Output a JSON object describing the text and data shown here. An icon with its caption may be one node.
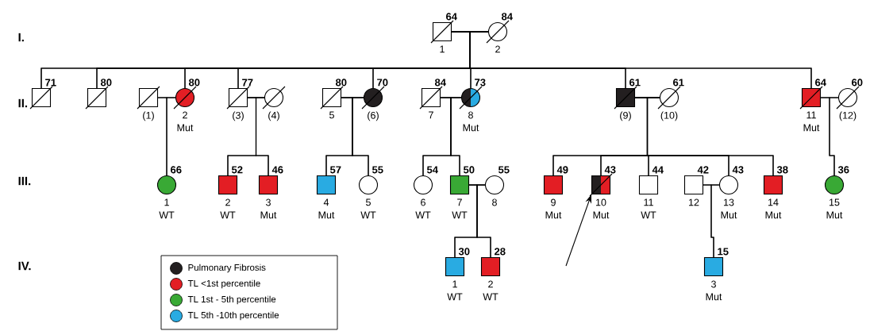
{
  "diagram": {
    "nodes": [
      {
        "text": [],
        "shape": "box",
        "beside": [
          "64",
          "1"
        ]
      },
      {
        "text": [],
        "shape": "circle",
        "beside": [
          "84",
          "2"
        ]
      },
      {
        "text": [],
        "shape": "box",
        "beside": [
          "71"
        ]
      },
      {
        "text": [],
        "shape": "box",
        "beside": [
          "80"
        ]
      },
      {
        "text": [],
        "shape": "box",
        "beside": [
          "(1)"
        ]
      },
      {
        "text": [],
        "shape": "circle",
        "beside": [
          "80",
          "2",
          "Mut"
        ]
      },
      {
        "text": [],
        "shape": "box",
        "beside": [
          "77",
          "(3)"
        ]
      },
      {
        "text": [],
        "shape": "circle",
        "beside": [
          "(4)"
        ]
      },
      {
        "text": [],
        "shape": "box",
        "beside": [
          "80",
          "5"
        ]
      },
      {
        "text": [],
        "shape": "circle",
        "beside": [
          "70",
          "(6)"
        ]
      },
      {
        "text": [],
        "shape": "box",
        "beside": [
          "84",
          "7"
        ]
      },
      {
        "text": [],
        "shape": "circle",
        "beside": [
          "73",
          "8",
          "Mut"
        ]
      },
      {
        "text": [],
        "shape": "box",
        "beside": [
          "61",
          "(9)"
        ]
      },
      {
        "text": [],
        "shape": "circle",
        "beside": [
          "61",
          "(10)"
        ]
      },
      {
        "text": [],
        "shape": "box",
        "beside": [
          "64",
          "11",
          "Mut"
        ]
      },
      {
        "text": [],
        "shape": "circle",
        "beside": [
          "60",
          "(12)"
        ]
      },
      {
        "text": [],
        "shape": "circle",
        "beside": [
          "66",
          "1",
          "WT"
        ]
      },
      {
        "text": [],
        "shape": "box",
        "beside": [
          "52",
          "2",
          "WT"
        ]
      },
      {
        "text": [],
        "shape": "box",
        "beside": [
          "46",
          "3",
          "Mut"
        ]
      },
      {
        "text": [],
        "shape": "box",
        "beside": [
          "57",
          "4",
          "Mut"
        ]
      },
      {
        "text": [],
        "shape": "circle",
        "beside": [
          "55",
          "5",
          "WT"
        ]
      },
      {
        "text": [],
        "shape": "circle",
        "beside": [
          "54",
          "6",
          "WT"
        ]
      },
      {
        "text": [],
        "shape": "box",
        "beside": [
          "50",
          "7",
          "WT"
        ]
      },
      {
        "text": [],
        "shape": "circle",
        "beside": [
          "55",
          "8"
        ]
      },
      {
        "text": [],
        "shape": "box",
        "beside": [
          "49",
          "9",
          "Mut"
        ]
      },
      {
        "text": [],
        "shape": "box",
        "beside": [
          "43",
          "10",
          "Mut"
        ]
      },
      {
        "text": [],
        "shape": "box",
        "beside": [
          "44",
          "11",
          "WT"
        ]
      },
      {
        "text": [],
        "shape": "box",
        "beside": [
          "42",
          "12"
        ]
      },
      {
        "text": [],
        "shape": "circle",
        "beside": [
          "43",
          "13",
          "Mut"
        ]
      },
      {
        "text": [],
        "shape": "box",
        "beside": [
          "38",
          "14",
          "Mut"
        ]
      },
      {
        "text": [],
        "shape": "circle",
        "beside": [
          "36",
          "15",
          "Mut"
        ]
      },
      {
        "text": [],
        "shape": "box",
        "beside": [
          "30",
          "1",
          "WT"
        ]
      },
      {
        "text": [],
        "shape": "box",
        "beside": [
          "28",
          "2",
          "WT"
        ]
      },
      {
        "text": [],
        "shape": "box",
        "beside": [
          "15",
          "3",
          "Mut"
        ]
      }
    ],
    "edges": [
      {
        "from": 0,
        "to": 1,
        "arrow": "none"
      },
      {
        "from": 4,
        "to": 5,
        "arrow": "none"
      },
      {
        "from": 6,
        "to": 7,
        "arrow": "none"
      },
      {
        "from": 8,
        "to": 9,
        "arrow": "none"
      },
      {
        "from": 10,
        "to": 11,
        "arrow": "none"
      },
      {
        "from": 12,
        "to": 13,
        "arrow": "none"
      },
      {
        "from": 14,
        "to": 15,
        "arrow": "none"
      },
      {
        "from": 22,
        "to": 23,
        "arrow": "none"
      },
      {
        "from": 27,
        "to": 28,
        "arrow": "none"
      },
      {
        "from": 0,
        "to": 2,
        "arrow": "none"
      },
      {
        "from": 1,
        "to": 2,
        "arrow": "none"
      },
      {
        "from": 0,
        "to": 3,
        "arrow": "none"
      },
      {
        "from": 1,
        "to": 3,
        "arrow": "none"
      },
      {
        "from": 0,
        "to": 5,
        "arrow": "none"
      },
      {
        "from": 1,
        "to": 5,
        "arrow": "none"
      },
      {
        "from": 0,
        "to": 6,
        "arrow": "none"
      },
      {
        "from": 1,
        "to": 6,
        "arrow": "none"
      },
      {
        "from": 0,
        "to": 9,
        "arrow": "none"
      },
      {
        "from": 1,
        "to": 9,
        "arrow": "none"
      },
      {
        "from": 0,
        "to": 11,
        "arrow": "none"
      },
      {
        "from": 1,
        "to": 11,
        "arrow": "none"
      },
      {
        "from": 0,
        "to": 12,
        "arrow": "none"
      },
      {
        "from": 1,
        "to": 12,
        "arrow": "none"
      },
      {
        "from": 0,
        "to": 14,
        "arrow": "none"
      },
      {
        "from": 1,
        "to": 14,
        "arrow": "none"
      },
      {
        "from": 4,
        "to": 16,
        "arrow": "none"
      },
      {
        "from": 5,
        "to": 16,
        "arrow": "none"
      },
      {
        "from": 6,
        "to": 17,
        "arrow": "none"
      },
      {
        "from": 7,
        "to": 17,
        "arrow": "none"
      },
      {
        "from": 6,
        "to": 18,
        "arrow": "none"
      },
      {
        "from": 7,
        "to": 18,
        "arrow": "none"
      },
      {
        "from": 8,
        "to": 19,
        "arrow": "none"
      },
      {
        "from": 9,
        "to": 19,
        "arrow": "none"
      },
      {
        "from": 8,
        "to": 20,
        "arrow": "none"
      },
      {
        "from": 9,
        "to": 20,
        "arrow": "none"
      },
      {
        "from": 10,
        "to": 21,
        "arrow": "none"
      },
      {
        "from": 11,
        "to": 21,
        "arrow": "none"
      },
      {
        "from": 10,
        "to": 22,
        "arrow": "none"
      },
      {
        "from": 11,
        "to": 22,
        "arrow": "none"
      },
      {
        "from": 12,
        "to": 24,
        "arrow": "none"
      },
      {
        "from": 13,
        "to": 24,
        "arrow": "none"
      },
      {
        "from": 12,
        "to": 25,
        "arrow": "none"
      },
      {
        "from": 13,
        "to": 25,
        "arrow": "none"
      },
      {
        "from": 12,
        "to": 26,
        "arrow": "none"
      },
      {
        "from": 13,
        "to": 26,
        "arrow": "none"
      },
      {
        "from": 12,
        "to": 28,
        "arrow": "none"
      },
      {
        "from": 13,
        "to": 28,
        "arrow": "none"
      },
      {
        "from": 12,
        "to": 29,
        "arrow": "none"
      },
      {
        "from": 13,
        "to": 29,
        "arrow": "none"
      },
      {
        "from": 14,
        "to": 30,
        "arrow": "none"
      },
      {
        "from": 15,
        "to": 30,
        "arrow": "none"
      },
      {
        "from": 22,
        "to": 31,
        "arrow": "none"
      },
      {
        "from": 23,
        "to": 31,
        "arrow": "none"
      },
      {
        "from": 22,
        "to": 32,
        "arrow": "none"
      },
      {
        "from": 23,
        "to": 32,
        "arrow": "none"
      },
      {
        "from": 27,
        "to": 33,
        "arrow": "none"
      },
      {
        "from": 28,
        "to": 33,
        "arrow": "none"
      },
      {
        "from": null,
        "to": 25,
        "arrow": "to"
      }
    ],
    "labels": [
      "I.",
      "II.",
      "III.",
      "IV."
    ],
    "legend": [
      {
        "text": "Pulmonary Fibrosis",
        "color": "#231f20"
      },
      {
        "text": "TL <1st percentile",
        "color": "#e31e24"
      },
      {
        "text": "TL 1st - 5th percentile",
        "color": "#39a935"
      },
      {
        "text": "TL 5th -10th percentile",
        "color": "#29abe2"
      }
    ]
  }
}
